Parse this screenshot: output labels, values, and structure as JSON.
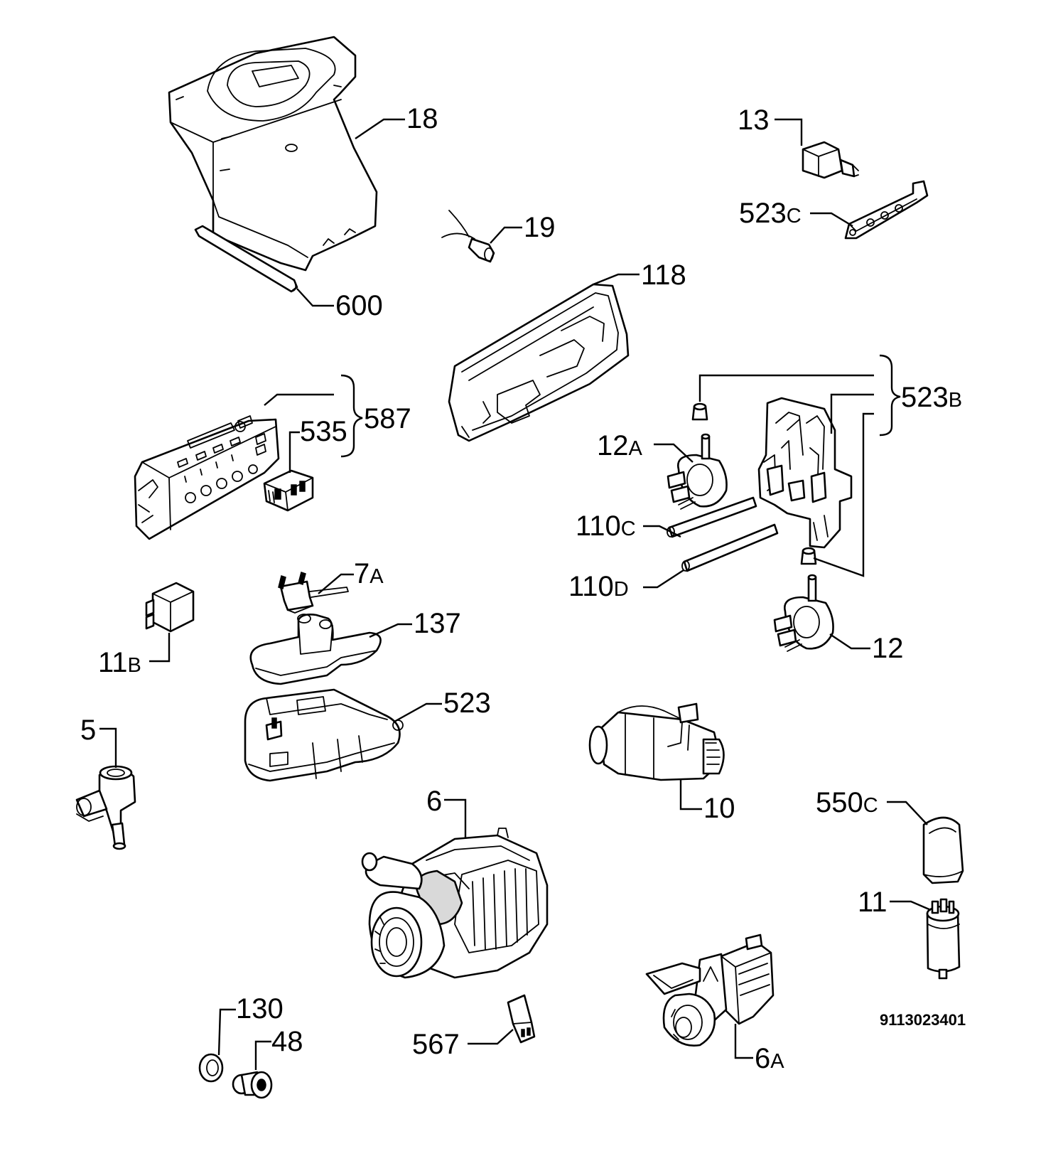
{
  "labels": {
    "l18": {
      "num": "18",
      "suffix": ""
    },
    "l600": {
      "num": "600",
      "suffix": ""
    },
    "l19": {
      "num": "19",
      "suffix": ""
    },
    "l13": {
      "num": "13",
      "suffix": ""
    },
    "l523c": {
      "num": "523",
      "suffix": "C"
    },
    "l118": {
      "num": "118",
      "suffix": ""
    },
    "l587": {
      "num": "587",
      "suffix": ""
    },
    "l535": {
      "num": "535",
      "suffix": ""
    },
    "l523b": {
      "num": "523",
      "suffix": "B"
    },
    "l12a": {
      "num": "12",
      "suffix": "A"
    },
    "l110c": {
      "num": "110",
      "suffix": "C"
    },
    "l110d": {
      "num": "110",
      "suffix": "D"
    },
    "l12": {
      "num": "12",
      "suffix": ""
    },
    "l7a": {
      "num": "7",
      "suffix": "A"
    },
    "l137": {
      "num": "137",
      "suffix": ""
    },
    "l11b": {
      "num": "11",
      "suffix": "B"
    },
    "l523": {
      "num": "523",
      "suffix": ""
    },
    "l5": {
      "num": "5",
      "suffix": ""
    },
    "l10": {
      "num": "10",
      "suffix": ""
    },
    "l6": {
      "num": "6",
      "suffix": ""
    },
    "l550c": {
      "num": "550",
      "suffix": "C"
    },
    "l11": {
      "num": "11",
      "suffix": ""
    },
    "l130": {
      "num": "130",
      "suffix": ""
    },
    "l48": {
      "num": "48",
      "suffix": ""
    },
    "l567": {
      "num": "567",
      "suffix": ""
    },
    "l6a": {
      "num": "6",
      "suffix": "A"
    }
  },
  "drawing_code": "9113023401"
}
